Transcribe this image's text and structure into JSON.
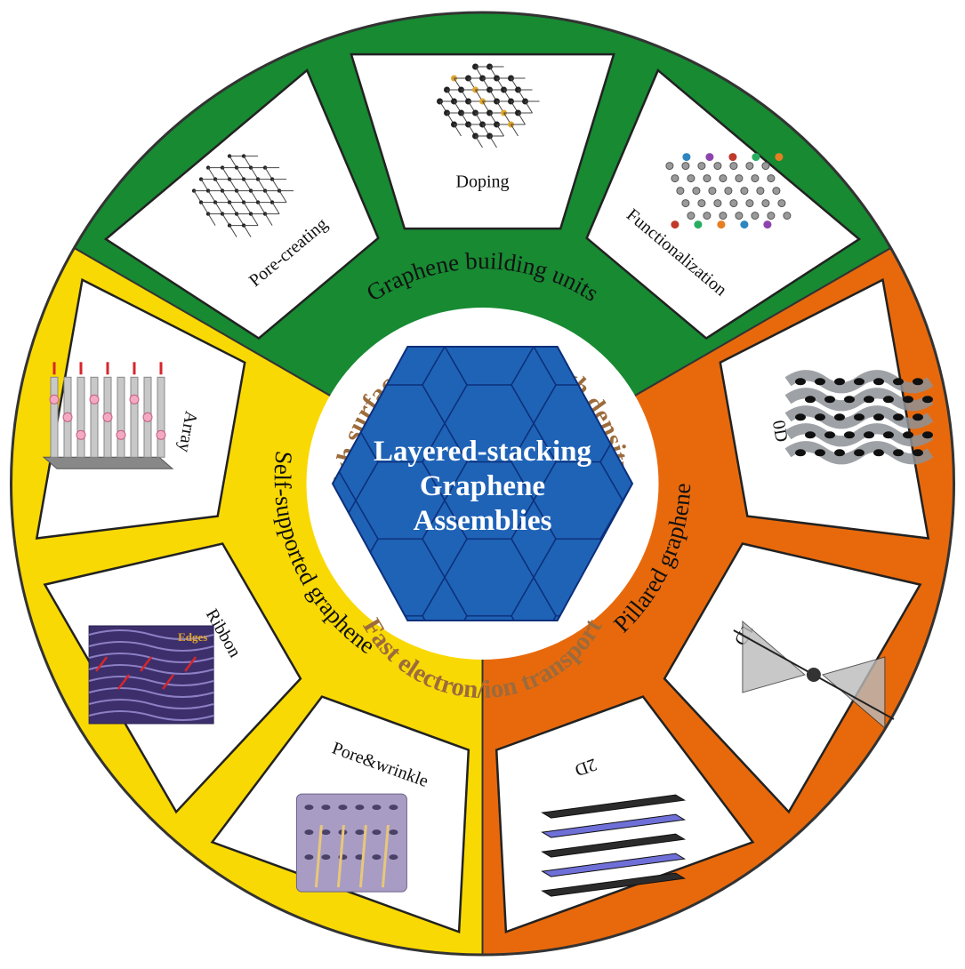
{
  "center": {
    "lines": [
      "Layered-stacking",
      "Graphene",
      "Assemblies"
    ],
    "fill_color": "#1f63b7",
    "line_color": "#0b2f7a"
  },
  "properties": [
    {
      "id": "high-surface-area",
      "text": "High surface area"
    },
    {
      "id": "high-density",
      "text": "High density"
    },
    {
      "id": "fast-transport",
      "text": "Fast electron/ion transport"
    }
  ],
  "property_color": "#9c6b3c",
  "segments": [
    {
      "id": "building-units",
      "label": "Graphene building units",
      "color": "#178a32",
      "panels": [
        {
          "id": "pore-creating",
          "label": "Pore-creating",
          "art": "lattice-pores-icon"
        },
        {
          "id": "doping",
          "label": "Doping",
          "art": "doped-lattice-icon"
        },
        {
          "id": "functionalization",
          "label": "Functionalization",
          "art": "functional-groups-icon"
        }
      ]
    },
    {
      "id": "pillared",
      "label": "Pillared graphene",
      "color": "#e8690c",
      "panels": [
        {
          "id": "pillar-0d",
          "label": "0D",
          "art": "wavy-sheets-dots-icon"
        },
        {
          "id": "pillar-1d",
          "label": "1D",
          "art": "nanotube-cones-icon"
        },
        {
          "id": "pillar-2d",
          "label": "2D",
          "art": "stacked-sheets-icon"
        }
      ]
    },
    {
      "id": "self-supported",
      "label": "Self-supported graphene",
      "color": "#f9d903",
      "panels": [
        {
          "id": "pore-wrinkle",
          "label": "Pore&wrinkle",
          "art": "porous-block-icon"
        },
        {
          "id": "ribbon",
          "label": "Ribbon",
          "art": "ribbon-network-icon",
          "annotation": "Edges"
        },
        {
          "id": "array",
          "label": "Array",
          "art": "vertical-array-icon"
        }
      ]
    }
  ]
}
